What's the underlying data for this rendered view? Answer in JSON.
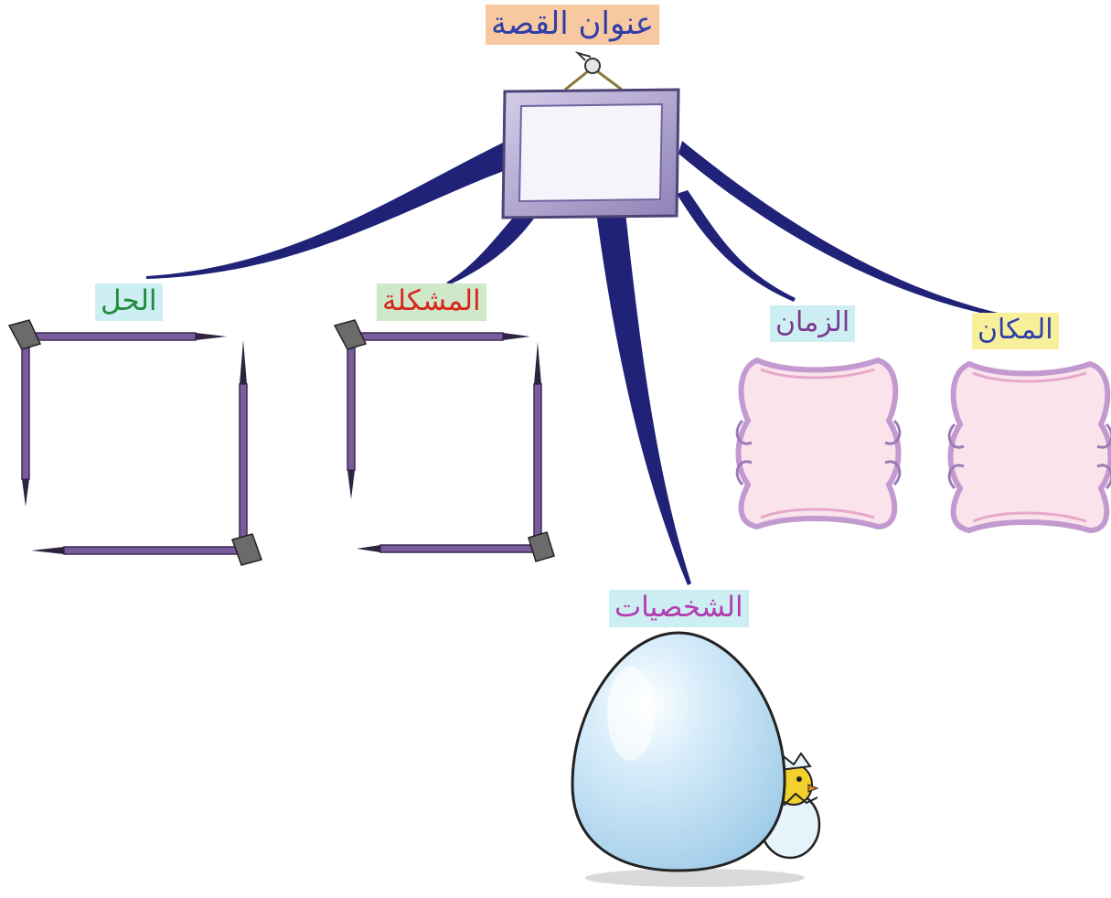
{
  "labels": {
    "title": "عنوان القصة",
    "solution": "الحل",
    "problem": "المشكلة",
    "time": "الزمان",
    "place": "المكان",
    "characters": "الشخصيات"
  },
  "colors": {
    "title_text": "#2f3ea8",
    "title_bg": "#f8c9a0",
    "solution_text": "#1f8a3a",
    "solution_bg": "#cdeef3",
    "problem_text": "#d7261b",
    "problem_bg": "#cfe8c9",
    "time_text": "#7a3a8e",
    "time_bg": "#cdeef3",
    "place_text": "#2f3ea8",
    "place_bg": "#f7ef9a",
    "characters_text": "#b23bb0",
    "characters_bg": "#cdeef3",
    "ribbon": "#1f2277",
    "frame_border": "#b2a6cf",
    "frame_inner": "#f6f4fb",
    "pencil": "#6a4d8c",
    "scroll_fill": "#fbe3ec",
    "scroll_trim": "#c39ad0",
    "egg": "#cde6f7"
  },
  "icons": [
    "picture-frame-icon",
    "pencil-frame-icon",
    "scroll-frame-icon",
    "egg-icon",
    "chick-icon",
    "nail-icon"
  ]
}
